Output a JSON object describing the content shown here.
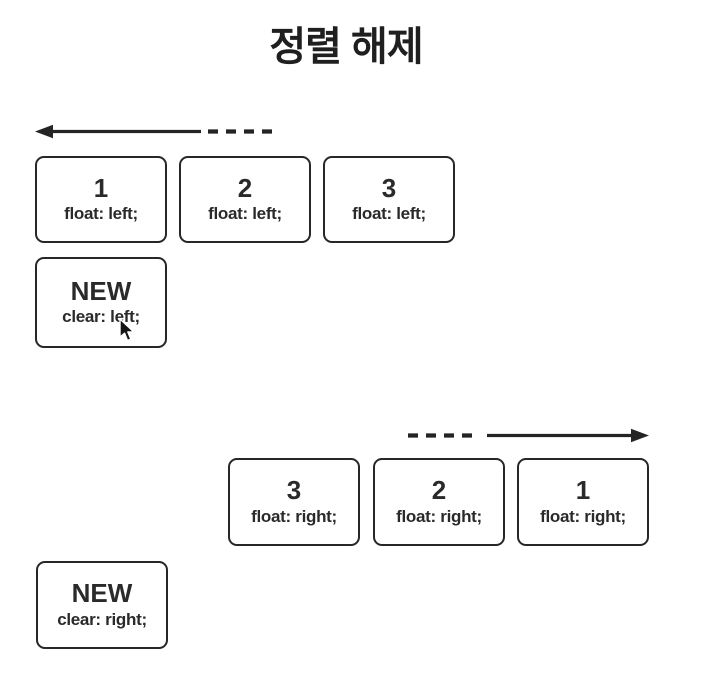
{
  "title": "정렬 해제",
  "left_section": {
    "direction": "left",
    "boxes": [
      {
        "number": "1",
        "rule": "float: left;"
      },
      {
        "number": "2",
        "rule": "float: left;"
      },
      {
        "number": "3",
        "rule": "float: left;"
      }
    ],
    "new_box": {
      "number": "NEW",
      "rule": "clear: left;"
    }
  },
  "right_section": {
    "direction": "right",
    "boxes": [
      {
        "number": "3",
        "rule": "float: right;"
      },
      {
        "number": "2",
        "rule": "float: right;"
      },
      {
        "number": "1",
        "rule": "float: right;"
      }
    ],
    "new_box": {
      "number": "NEW",
      "rule": "clear: right;"
    }
  },
  "icons": {
    "left_arrow": "left-float-direction-arrow",
    "right_arrow": "right-float-direction-arrow",
    "cursor": "mouse-pointer"
  },
  "colors": {
    "ink": "#242424",
    "background": "#ffffff"
  }
}
